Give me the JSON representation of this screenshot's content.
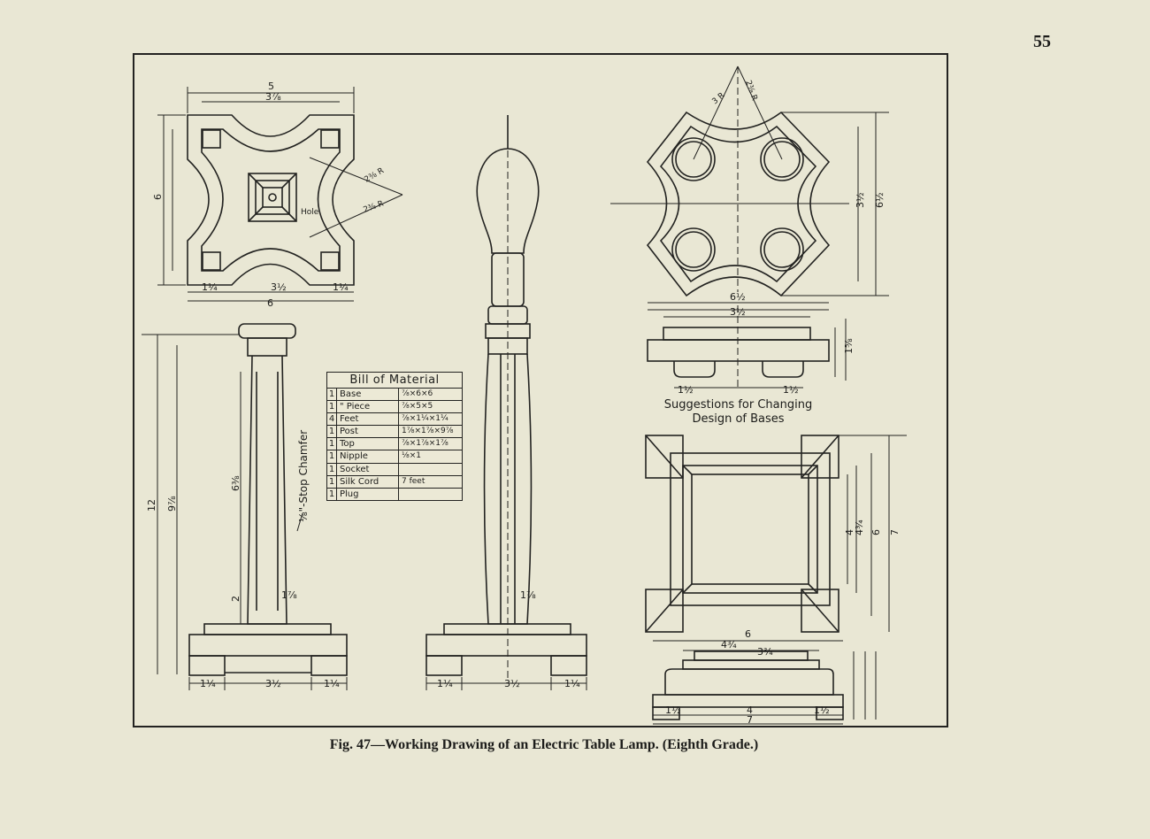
{
  "page": {
    "number": "55"
  },
  "caption": "Fig. 47—Working Drawing of an Electric Table Lamp. (Eighth Grade.)",
  "bill_of_material": {
    "title": "Bill of Material",
    "rows": [
      {
        "qty": "1",
        "name": "Base",
        "size": "⅞×6×6"
      },
      {
        "qty": "1",
        "name": "\" Piece",
        "size": "⅞×5×5"
      },
      {
        "qty": "4",
        "name": "Feet",
        "size": "⅞×1¼×1¼"
      },
      {
        "qty": "1",
        "name": "Post",
        "size": "1⅞×1⅞×9⅞"
      },
      {
        "qty": "1",
        "name": "Top",
        "size": "⅞×1⅞×1⅞"
      },
      {
        "qty": "1",
        "name": "Nipple",
        "size": "⅛×1"
      },
      {
        "qty": "1",
        "name": "Socket",
        "size": ""
      },
      {
        "qty": "1",
        "name": "Silk Cord",
        "size": "7 feet"
      },
      {
        "qty": "1",
        "name": "Plug",
        "size": ""
      }
    ]
  },
  "annotations": {
    "hole": "Hole",
    "stop_chamfer": "⅛\"-Stop Chamfer",
    "bases_note_line1": "Suggestions for Changing",
    "bases_note_line2": "Design of Bases",
    "radius_3r": "3 R",
    "radius_2_3_8": "2⅜ R"
  },
  "dimensions": {
    "top_plan_width": "5",
    "top_plan_inner": "3⅞",
    "top_plan_total": "6",
    "d_1_4": "1¼",
    "d_3_1_2": "3½",
    "d_6_1_2": "6½",
    "d_12": "12",
    "d_9_7_8": "9⅞",
    "d_6_3_8": "6⅜",
    "d_1_7_8": "1⅞",
    "d_2": "2",
    "d_4": "4",
    "d_7": "7",
    "d_6": "6",
    "d_4_3_4": "4¾",
    "d_3_3_4": "3¾",
    "d_1_1_2": "1½",
    "d_1_5_8": "1⅝"
  }
}
